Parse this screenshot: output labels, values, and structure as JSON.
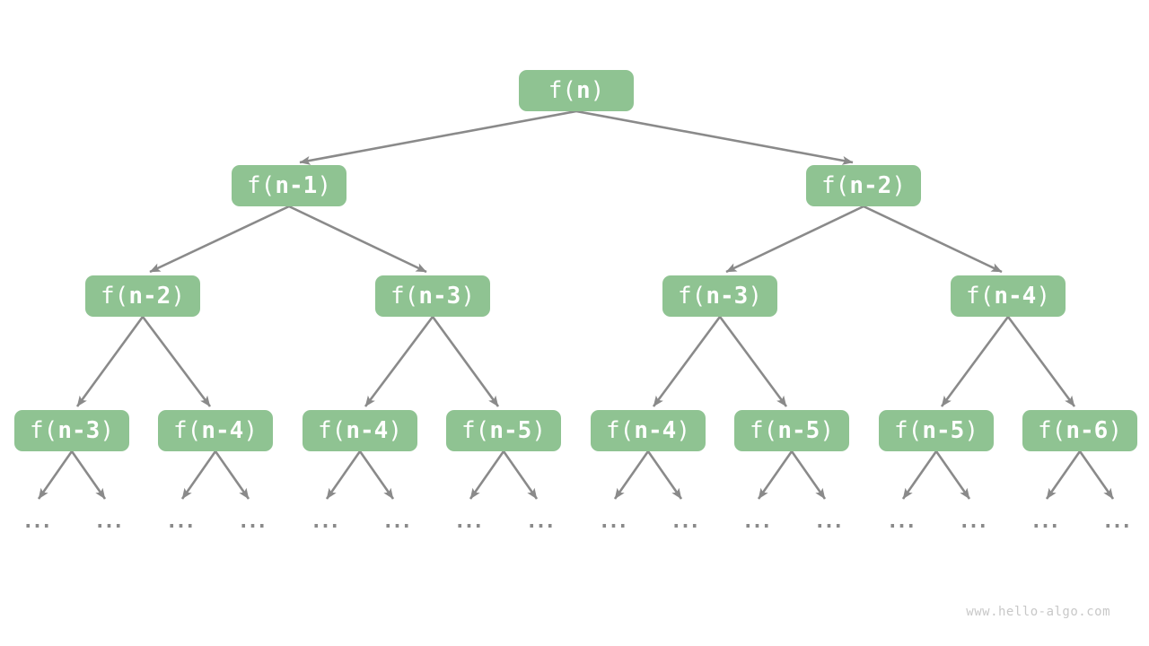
{
  "labels": {
    "open": "f(",
    "close": ")",
    "ellipsis": "..."
  },
  "watermark": "www.hello-algo.com",
  "colors": {
    "node_fill": "#8FC392",
    "node_text": "#FFFFFF",
    "edge": "#8A8A8A",
    "ellipsis": "#8A8A8A",
    "watermark": "#C8C8C8",
    "background": "#FFFFFF"
  },
  "tree": {
    "levels": [
      {
        "nodes": [
          {
            "label": "f(n)",
            "arg": "n"
          }
        ]
      },
      {
        "nodes": [
          {
            "label": "f(n-1)",
            "arg": "n-1"
          },
          {
            "label": "f(n-2)",
            "arg": "n-2"
          }
        ]
      },
      {
        "nodes": [
          {
            "label": "f(n-2)",
            "arg": "n-2"
          },
          {
            "label": "f(n-3)",
            "arg": "n-3"
          },
          {
            "label": "f(n-3)",
            "arg": "n-3"
          },
          {
            "label": "f(n-4)",
            "arg": "n-4"
          }
        ]
      },
      {
        "nodes": [
          {
            "label": "f(n-3)",
            "arg": "n-3"
          },
          {
            "label": "f(n-4)",
            "arg": "n-4"
          },
          {
            "label": "f(n-4)",
            "arg": "n-4"
          },
          {
            "label": "f(n-5)",
            "arg": "n-5"
          },
          {
            "label": "f(n-4)",
            "arg": "n-4"
          },
          {
            "label": "f(n-5)",
            "arg": "n-5"
          },
          {
            "label": "f(n-5)",
            "arg": "n-5"
          },
          {
            "label": "f(n-6)",
            "arg": "n-6"
          }
        ]
      }
    ],
    "leaf_row": {
      "count": 16
    }
  }
}
